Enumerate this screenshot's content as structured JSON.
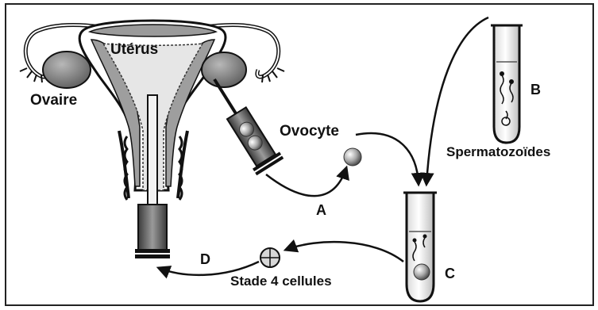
{
  "labels": {
    "ovaire": "Ovaire",
    "uterus": "Utérus",
    "ovocyte": "Ovocyte",
    "spermatozoides": "Spermatozoïdes",
    "stade": "Stade 4 cellules"
  },
  "steps": {
    "a": "A",
    "b": "B",
    "c": "C",
    "d": "D"
  },
  "colors": {
    "ink": "#111111",
    "organ_gray": "#8a8a8a",
    "light_gray": "#c9c9c9",
    "dark_gray": "#4a4a4a"
  }
}
